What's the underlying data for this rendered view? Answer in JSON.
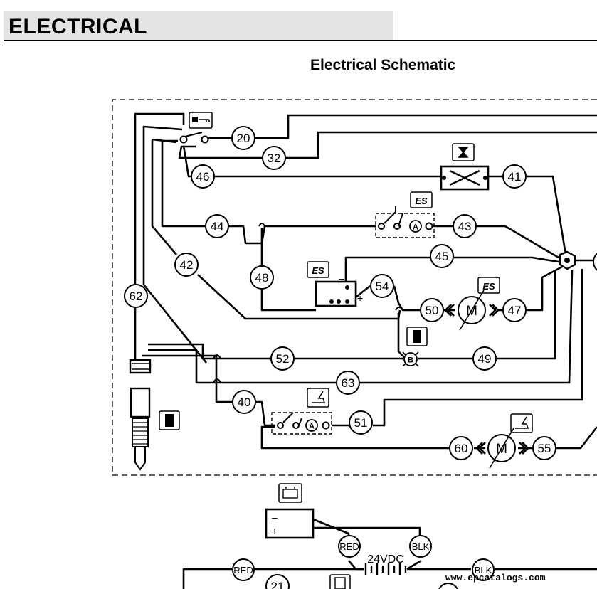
{
  "section": {
    "title": "ELECTRICAL"
  },
  "page": {
    "title": "Electrical Schematic"
  },
  "wires": [
    {
      "label": "20"
    },
    {
      "label": "32"
    },
    {
      "label": "46"
    },
    {
      "label": "41"
    },
    {
      "label": "44"
    },
    {
      "label": "43"
    },
    {
      "label": "42"
    },
    {
      "label": "45"
    },
    {
      "label": "48"
    },
    {
      "label": "54"
    },
    {
      "label": "62"
    },
    {
      "label": "50"
    },
    {
      "label": "47"
    },
    {
      "label": "52"
    },
    {
      "label": "49"
    },
    {
      "label": "63"
    },
    {
      "label": "40"
    },
    {
      "label": "51"
    },
    {
      "label": "60"
    },
    {
      "label": "55"
    },
    {
      "label": "21"
    }
  ],
  "components": {
    "motor_label": "M",
    "relay_terminal": "A",
    "node_terminal": "B",
    "plus": "+",
    "minus": "–"
  },
  "battery": {
    "voltage": "24VDC",
    "terminal_red": "RED",
    "terminal_blk": "BLK",
    "plus": "+",
    "minus": "–"
  },
  "watermark": "www.epcatalogs.com"
}
